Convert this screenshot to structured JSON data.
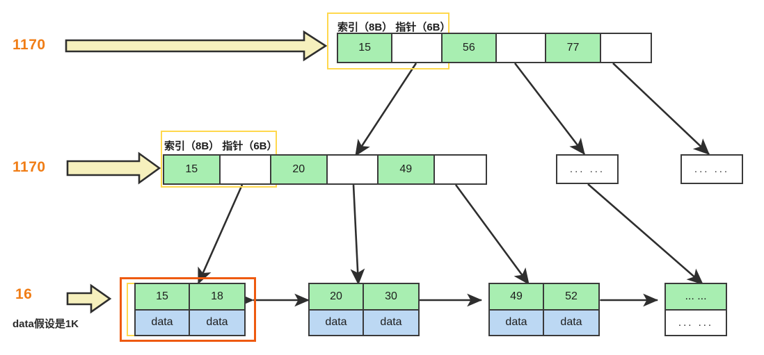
{
  "diagram": {
    "title": "B+ Tree index structure",
    "colors": {
      "key_green": "#a8eeb1",
      "data_blue": "#bcd8f3",
      "accent_orange": "#f07d16",
      "highlight_yellow": "#ffd84d",
      "highlight_orange": "#ee5a10",
      "stroke": "#3a3a3a",
      "arrow_fill": "#f6f0bd"
    }
  },
  "side_labels": [
    {
      "number": "1170",
      "note": ""
    },
    {
      "number": "1170",
      "note": ""
    },
    {
      "number": "16",
      "note": "data假设是1K"
    }
  ],
  "struct_labels": {
    "level1": "索引（8B）  指针（6B）",
    "level2": "索引（8B）  指针（6B）"
  },
  "nodes": {
    "root": {
      "name": "root-node",
      "cells": [
        {
          "text": "15",
          "type": "key"
        },
        {
          "text": "",
          "type": "ptr"
        },
        {
          "text": "56",
          "type": "key"
        },
        {
          "text": "",
          "type": "ptr"
        },
        {
          "text": "77",
          "type": "key"
        },
        {
          "text": "",
          "type": "ptr"
        }
      ]
    },
    "internal": {
      "name": "internal-node",
      "cells": [
        {
          "text": "15",
          "type": "key"
        },
        {
          "text": "",
          "type": "ptr"
        },
        {
          "text": "20",
          "type": "key"
        },
        {
          "text": "",
          "type": "ptr"
        },
        {
          "text": "49",
          "type": "key"
        },
        {
          "text": "",
          "type": "ptr"
        }
      ]
    },
    "internal_ellipsis_1": {
      "name": "internal-node-ellipsis-1",
      "text": "...   ..."
    },
    "internal_ellipsis_2": {
      "name": "internal-node-ellipsis-2",
      "text": "...   ..."
    }
  },
  "leaves": [
    {
      "name": "leaf-node-1",
      "keys": [
        "15",
        "18"
      ],
      "values": [
        "data",
        "data"
      ],
      "placeholder": false
    },
    {
      "name": "leaf-node-2",
      "keys": [
        "20",
        "30"
      ],
      "values": [
        "data",
        "data"
      ],
      "placeholder": false
    },
    {
      "name": "leaf-node-3",
      "keys": [
        "49",
        "52"
      ],
      "values": [
        "data",
        "data"
      ],
      "placeholder": false
    },
    {
      "name": "leaf-node-4",
      "keys": [
        "...   ..."
      ],
      "values": [
        "...   ..."
      ],
      "placeholder": true
    }
  ]
}
